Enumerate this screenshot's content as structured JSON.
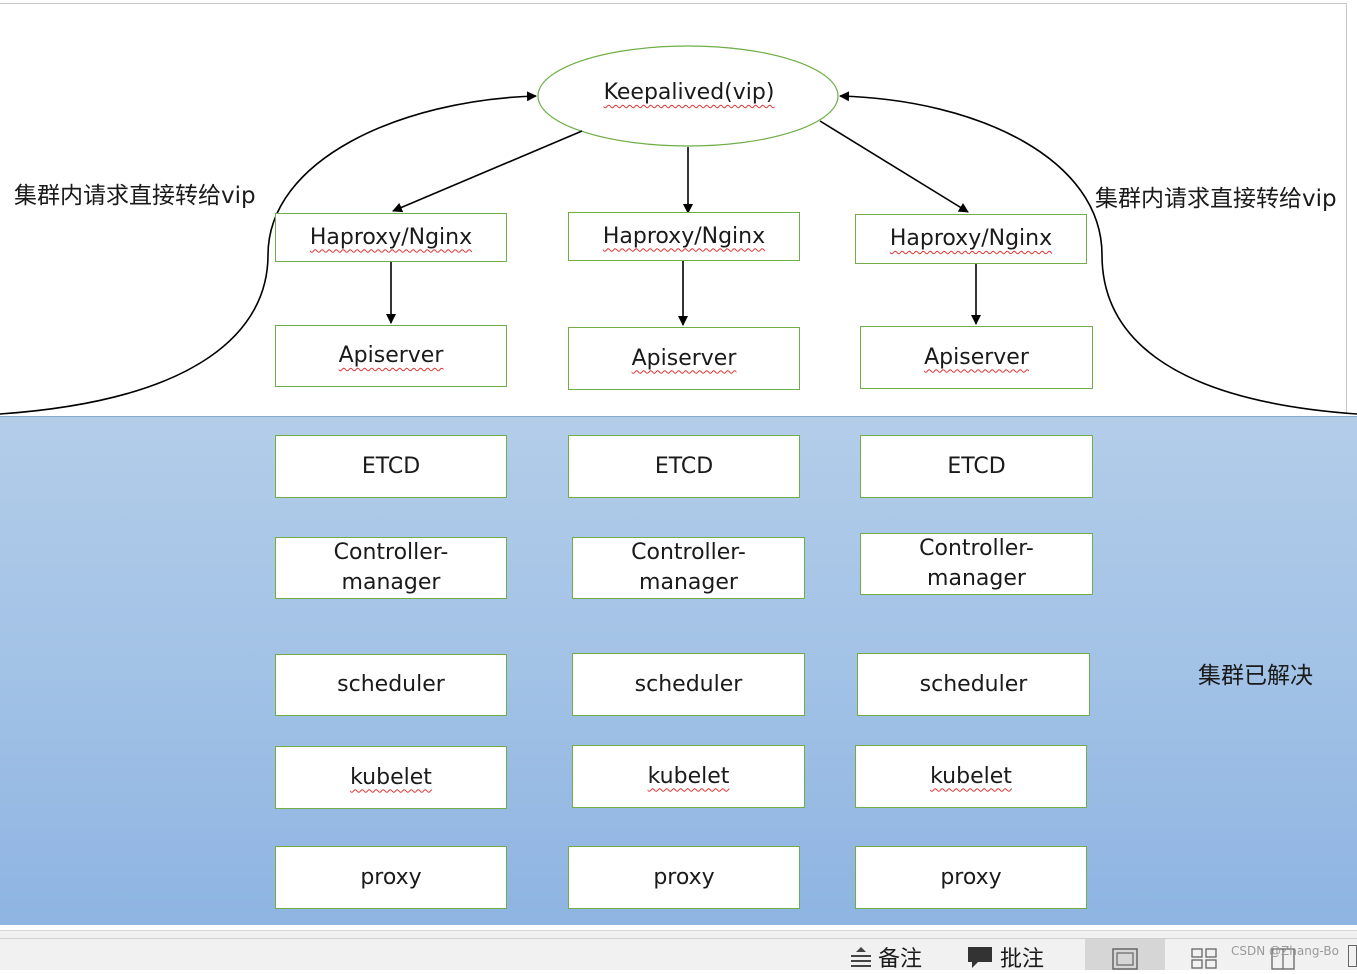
{
  "diagram": {
    "vip_node": "Keepalived(vip)",
    "side_label_left": "集群内请求直接转给vip",
    "side_label_right": "集群内请求直接转给vip",
    "region_label": "集群已解决",
    "columns": [
      {
        "haproxy": "Haproxy/Nginx",
        "apiserver": "Apiserver",
        "etcd": "ETCD",
        "controller_line1": "Controller-",
        "controller_line2": "manager",
        "scheduler": "scheduler",
        "kubelet": "kubelet",
        "proxy": "proxy"
      },
      {
        "haproxy": "Haproxy/Nginx",
        "apiserver": "Apiserver",
        "etcd": "ETCD",
        "controller_line1": "Controller-",
        "controller_line2": "manager",
        "scheduler": "scheduler",
        "kubelet": "kubelet",
        "proxy": "proxy"
      },
      {
        "haproxy": "Haproxy/Nginx",
        "apiserver": "Apiserver",
        "etcd": "ETCD",
        "controller_line1": "Controller-",
        "controller_line2": "manager",
        "scheduler": "scheduler",
        "kubelet": "kubelet",
        "proxy": "proxy"
      }
    ],
    "colors": {
      "box_border": "#70ad47",
      "band_top": "#b3cde9",
      "band_bottom": "#8eb4e2"
    }
  },
  "statusbar": {
    "notes_label": "备注",
    "comments_label": "批注",
    "notes_icon": "notes-icon",
    "comments_icon": "comment-icon",
    "view_normal_icon": "normal-view-icon",
    "view_sorter_icon": "slide-sorter-icon",
    "view_reading_icon": "reading-view-icon"
  },
  "watermark": "CSDN @Zhang-Bo"
}
